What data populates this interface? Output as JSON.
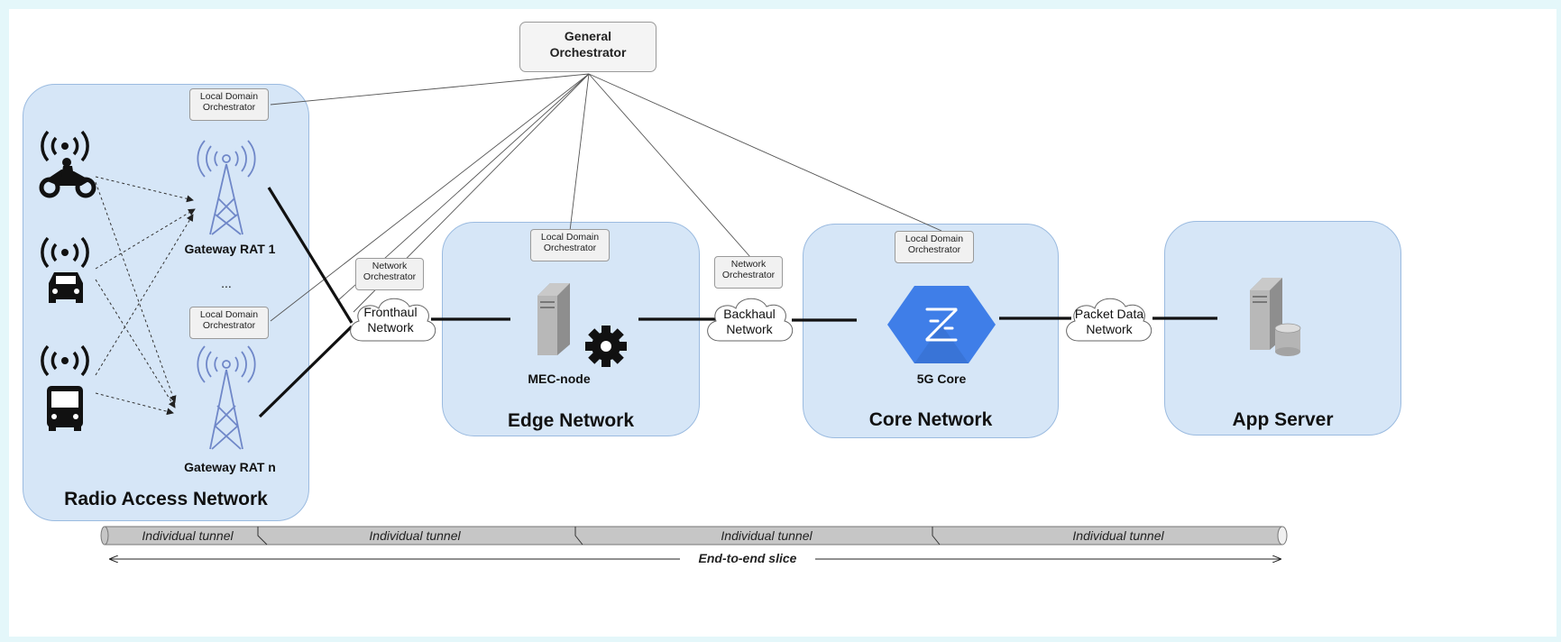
{
  "general_orchestrator": "General\nOrchestrator",
  "domains": {
    "ran": {
      "title": "Radio Access Network",
      "orchestrator_1": "Local Domain\nOrchestrator",
      "orchestrator_2": "Local Domain\nOrchestrator",
      "gateway_1": "Gateway RAT 1",
      "gateway_n": "Gateway RAT n",
      "ellipsis": "..."
    },
    "edge": {
      "title": "Edge Network",
      "orchestrator": "Local Domain\nOrchestrator",
      "node_label": "MEC-node"
    },
    "core": {
      "title": "Core Network",
      "orchestrator": "Local Domain\nOrchestrator",
      "node_label": "5G Core"
    },
    "app": {
      "title": "App Server"
    }
  },
  "networks": {
    "fronthaul": {
      "label": "Fronthaul\nNetwork",
      "orchestrator": "Network\nOrchestrator"
    },
    "backhaul": {
      "label": "Backhaul\nNetwork",
      "orchestrator": "Network\nOrchestrator"
    },
    "packet_data": {
      "label": "Packet Data\nNetwork"
    }
  },
  "tunnels": [
    "Individual tunnel",
    "Individual tunnel",
    "Individual tunnel",
    "Individual tunnel"
  ],
  "end_to_end": "End-to-end slice",
  "devices": [
    "motorcycle-icon",
    "car-icon",
    "bus-icon"
  ],
  "colors": {
    "domain_fill": "#d6e6f7",
    "domain_border": "#9bbbe0",
    "background": "#e4f7fa",
    "core_hex": "#3f7ee8"
  }
}
